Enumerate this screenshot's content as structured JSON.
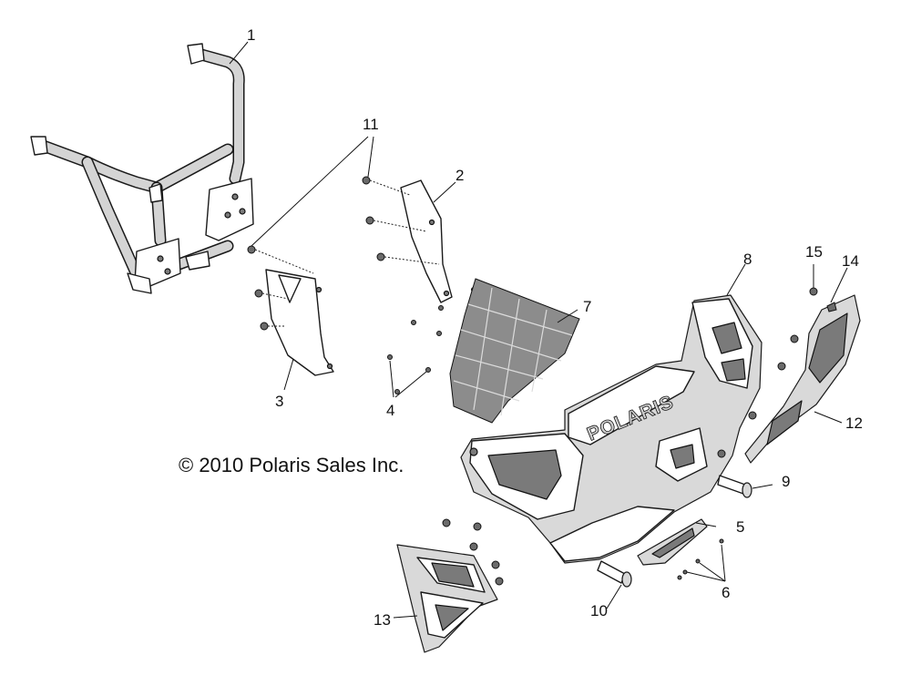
{
  "copyright": "© 2010 Polaris Sales Inc.",
  "brand_mark": "POLARIS",
  "callouts": [
    {
      "id": "c1",
      "text": "1"
    },
    {
      "id": "c2",
      "text": "2"
    },
    {
      "id": "c3",
      "text": "3"
    },
    {
      "id": "c4",
      "text": "4"
    },
    {
      "id": "c5",
      "text": "5"
    },
    {
      "id": "c6",
      "text": "6"
    },
    {
      "id": "c7",
      "text": "7"
    },
    {
      "id": "c8",
      "text": "8"
    },
    {
      "id": "c9",
      "text": "9"
    },
    {
      "id": "c10",
      "text": "10"
    },
    {
      "id": "c11",
      "text": "11"
    },
    {
      "id": "c12",
      "text": "12"
    },
    {
      "id": "c13",
      "text": "13"
    },
    {
      "id": "c14",
      "text": "14"
    },
    {
      "id": "c15",
      "text": "15"
    }
  ]
}
